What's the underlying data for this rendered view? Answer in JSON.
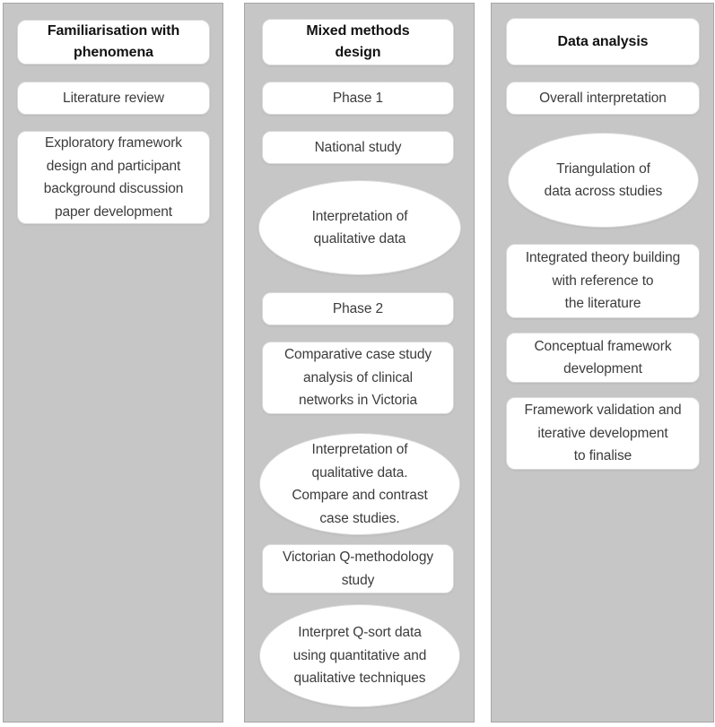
{
  "colors": {
    "panel-bg": "#c6c6c6",
    "panel-border": "#a6a6a6",
    "node-bg": "#ffffff",
    "node-border": "#d9d9d9",
    "text": "#3c3c3c",
    "header-text": "#121212"
  },
  "columns": [
    {
      "header": "Familiarisation with\nphenomena",
      "nodes": [
        {
          "shape": "rect",
          "text": "Literature review"
        },
        {
          "shape": "rect",
          "text": "Exploratory framework\ndesign and participant\nbackground discussion\npaper development"
        }
      ]
    },
    {
      "header": "Mixed methods\ndesign",
      "nodes": [
        {
          "shape": "rect",
          "text": "Phase 1"
        },
        {
          "shape": "rect",
          "text": "National study"
        },
        {
          "shape": "ellipse",
          "text": "Interpretation of\nqualitative data"
        },
        {
          "shape": "rect",
          "text": "Phase 2"
        },
        {
          "shape": "rect",
          "text": "Comparative case study\nanalysis of clinical\nnetworks in Victoria"
        },
        {
          "shape": "ellipse",
          "text": "Interpretation of\nqualitative data.\nCompare and contrast\ncase studies."
        },
        {
          "shape": "rect",
          "text": "Victorian Q-methodology\nstudy"
        },
        {
          "shape": "ellipse",
          "text": "Interpret Q-sort data\nusing quantitative and\nqualitative techniques"
        }
      ]
    },
    {
      "header": "Data analysis",
      "nodes": [
        {
          "shape": "rect",
          "text": "Overall interpretation"
        },
        {
          "shape": "ellipse",
          "text": "Triangulation of\ndata across studies"
        },
        {
          "shape": "rect",
          "text": "Integrated theory building\nwith reference to\nthe literature"
        },
        {
          "shape": "rect",
          "text": "Conceptual framework\ndevelopment"
        },
        {
          "shape": "rect",
          "text": "Framework validation and\niterative development\nto finalise"
        }
      ]
    }
  ]
}
